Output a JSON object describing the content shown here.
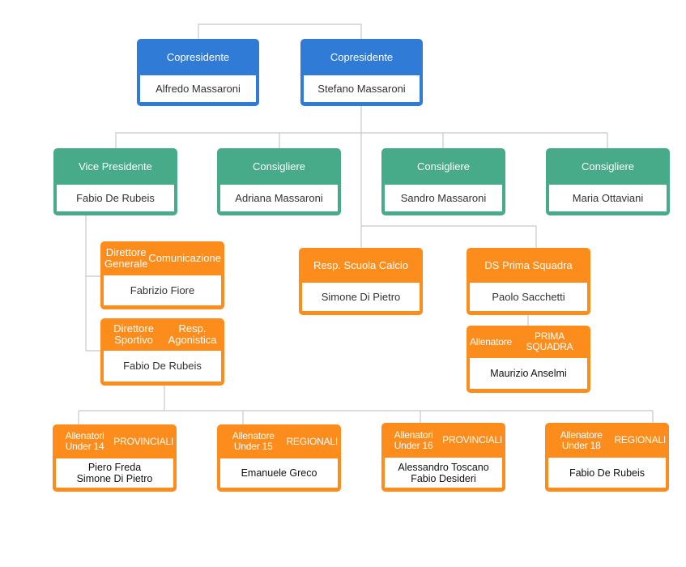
{
  "colors": {
    "board": "#2f7bd6",
    "council": "#47aa88",
    "staff": "#fc8c1c",
    "connector": "#c8c8c8"
  },
  "presidency": {
    "left": {
      "role": "Copresidente",
      "name": "Alfredo Massaroni"
    },
    "right": {
      "role": "Copresidente",
      "name": "Stefano Massaroni"
    }
  },
  "council": [
    {
      "role": "Vice Presidente",
      "name": "Fabio De Rubeis"
    },
    {
      "role": "Consigliere",
      "name": "Adriana Massaroni"
    },
    {
      "role": "Consigliere",
      "name": "Sandro Massaroni"
    },
    {
      "role": "Consigliere",
      "name": "Maria Ottaviani"
    }
  ],
  "management": {
    "dg": {
      "role_line1": "Direttore Generale",
      "role_line2": "Comunicazione",
      "name": "Fabrizio Fiore"
    },
    "ds": {
      "role_line1": "Direttore Sportivo",
      "role_line2": "Resp. Agonistica",
      "name": "Fabio De Rubeis"
    },
    "school": {
      "role": "Resp. Scuola Calcio",
      "name": "Simone Di Pietro"
    },
    "ds_first": {
      "role": "DS Prima Squadra",
      "name": "Paolo Sacchetti"
    },
    "coach_first": {
      "role_line1": "Allenatore",
      "role_line2": "PRIMA SQUADRA",
      "name": "Maurizio Anselmi"
    }
  },
  "coaches": [
    {
      "role_line1": "Allenatori Under 14",
      "role_line2": "PROVINCIALI",
      "name_line1": "Piero Freda",
      "name_line2": "Simone Di Pietro"
    },
    {
      "role_line1": "Allenatore Under 15",
      "role_line2": "REGIONALI",
      "name_line1": "Emanuele Greco",
      "name_line2": ""
    },
    {
      "role_line1": "Allenatori Under 16",
      "role_line2": "PROVINCIALI",
      "name_line1": "Alessandro Toscano",
      "name_line2": "Fabio Desideri"
    },
    {
      "role_line1": "Allenatore Under 18",
      "role_line2": "REGIONALI",
      "name_line1": "Fabio De Rubeis",
      "name_line2": ""
    }
  ]
}
